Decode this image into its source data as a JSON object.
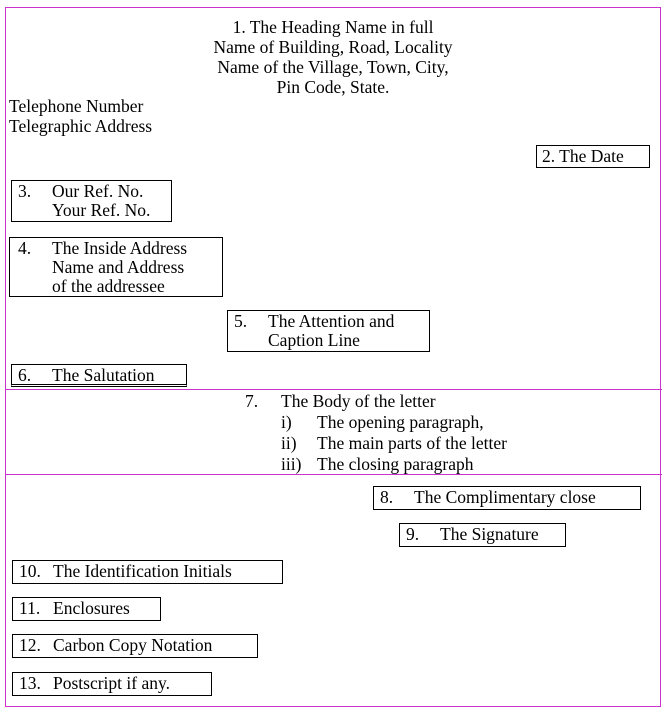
{
  "heading": {
    "lines": [
      "1. The Heading Name in full",
      "Name of Building, Road, Locality",
      "Name of the Village, Town, City,",
      "Pin Code, State."
    ]
  },
  "contact": {
    "telephone": "Telephone Number",
    "telegraphic": "Telegraphic Address"
  },
  "date": "2. The Date",
  "reference": {
    "num": "3.",
    "line1": "Our Ref. No.",
    "line2": "Your Ref. No."
  },
  "inside_address": {
    "num": "4.",
    "line1": "The Inside Address",
    "line2": "Name and Address",
    "line3": "of the addressee"
  },
  "attention": {
    "num": "5.",
    "line1": "The Attention and",
    "line2": "Caption Line"
  },
  "salutation": {
    "num": "6.",
    "text": "The Salutation"
  },
  "body": {
    "num": "7.",
    "title": "The Body of the letter",
    "items": [
      {
        "marker": "i)",
        "text": "The opening paragraph,"
      },
      {
        "marker": "ii)",
        "text": "The main parts of the letter"
      },
      {
        "marker": "iii)",
        "text": "The closing paragraph"
      }
    ]
  },
  "complimentary_close": {
    "num": "8.",
    "text": "The Complimentary close"
  },
  "signature": {
    "num": "9.",
    "text": "The Signature"
  },
  "identification": {
    "num": "10.",
    "text": "The Identification Initials"
  },
  "enclosures": {
    "num": "11.",
    "text": "Enclosures"
  },
  "carbon_copy": {
    "num": "12.",
    "text": "Carbon Copy Notation"
  },
  "postscript": {
    "num": "13.",
    "text": "Postscript if any."
  },
  "colors": {
    "frame": "#cc33cc",
    "box_border": "#000000"
  }
}
